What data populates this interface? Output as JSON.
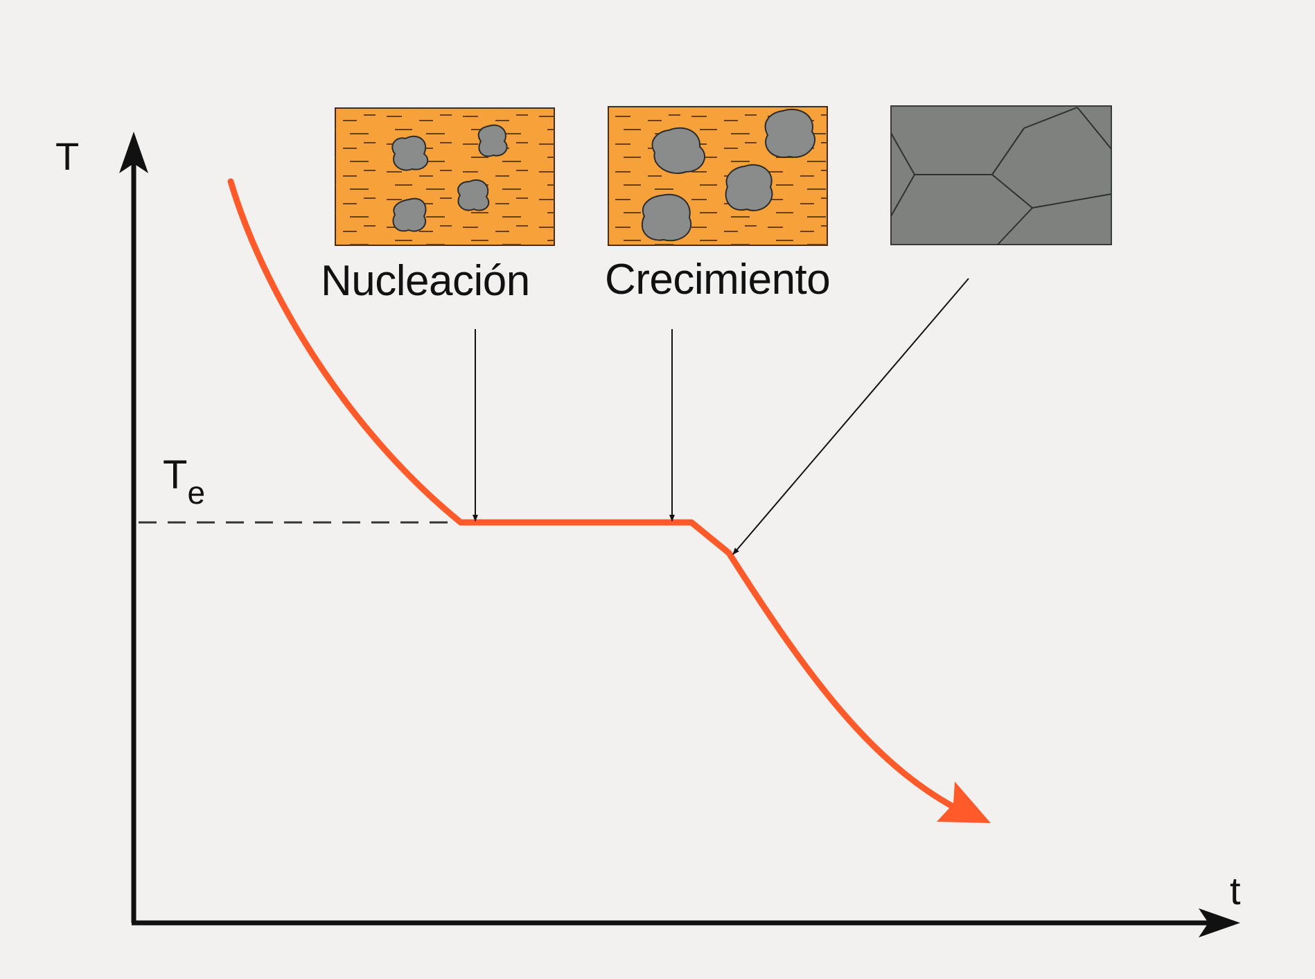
{
  "axes": {
    "y_label": "T",
    "x_label": "t",
    "equilibrium_label": {
      "main": "T",
      "sub": "e"
    }
  },
  "stages": {
    "nucleation": {
      "label": "Nucleación"
    },
    "growth": {
      "label": "Crecimiento"
    },
    "solid": {
      "label": ""
    }
  },
  "colors": {
    "curve": "#ff5a2a",
    "liquid": "#f7a13a",
    "grain": "#8a8c8b",
    "solid": "#7f817f",
    "background": "#f2f1ef",
    "ink": "#111111"
  }
}
